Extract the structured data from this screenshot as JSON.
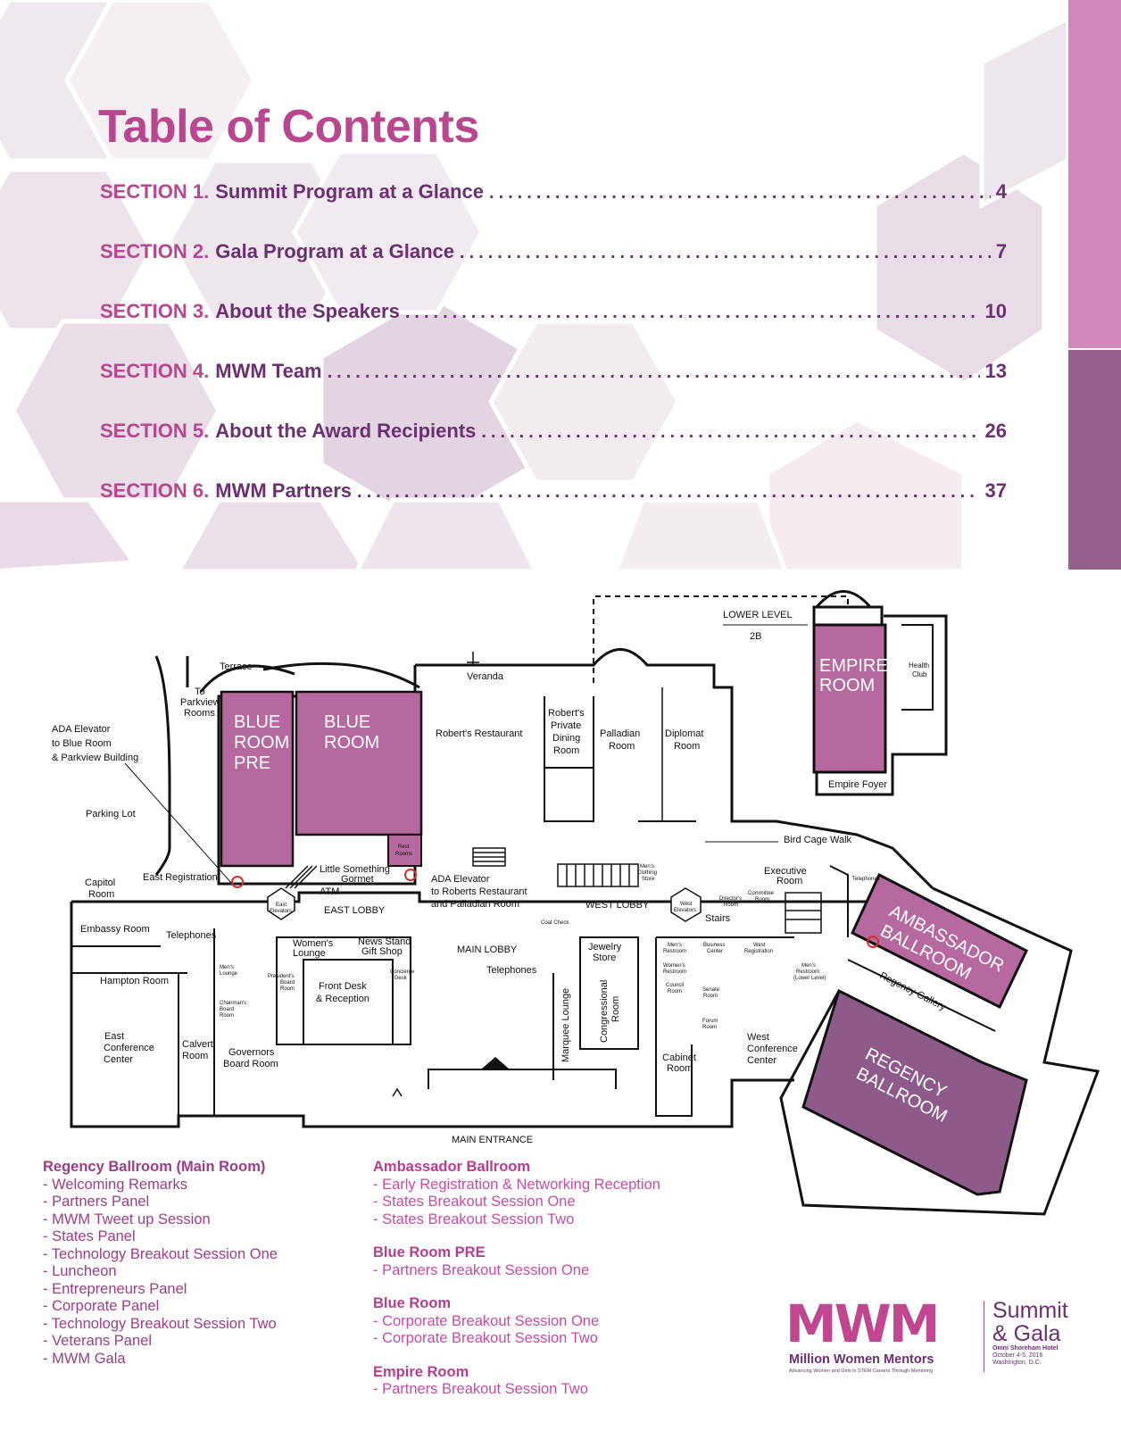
{
  "toc": {
    "title": "Table of Contents",
    "entries": [
      {
        "section": "SECTION 1.",
        "name": "Summit Program at a Glance",
        "page": "4"
      },
      {
        "section": "SECTION 2.",
        "name": "Gala Program at a Glance",
        "page": "7"
      },
      {
        "section": "SECTION 3.",
        "name": "About the Speakers",
        "page": "10"
      },
      {
        "section": "SECTION 4.",
        "name": "MWM Team",
        "page": "13"
      },
      {
        "section": "SECTION 5.",
        "name": "About the Award Recipients",
        "page": "26"
      },
      {
        "section": "SECTION 6.",
        "name": "MWM Partners",
        "page": "37"
      }
    ]
  },
  "map": {
    "lower_level": "LOWER LEVEL",
    "lower_level_num": "2B",
    "empire_room": [
      "EMPIRE",
      "ROOM"
    ],
    "health_club": [
      "Health",
      "Club"
    ],
    "empire_foyer": "Empire Foyer",
    "terrace": "Terrace",
    "to_parkview": [
      "To",
      "Parkview",
      "Rooms"
    ],
    "ada_blue": [
      "ADA Elevator",
      "to Blue Room",
      "& Parkview Building"
    ],
    "blue_room_pre": [
      "BLUE",
      "ROOM",
      "PRE"
    ],
    "blue_room": [
      "BLUE",
      "ROOM"
    ],
    "veranda": "Veranda",
    "roberts_restaurant": "Robert's Restaurant",
    "roberts_private": [
      "Robert's",
      "Private",
      "Dining",
      "Room"
    ],
    "palladian": [
      "Palladian",
      "Room"
    ],
    "diplomat": [
      "Diplomat",
      "Room"
    ],
    "parking_lot": "Parking Lot",
    "rest_rooms": [
      "Rest",
      "Rooms"
    ],
    "bird_cage_walk": "Bird Cage Walk",
    "capitol": [
      "Capitol",
      "Room"
    ],
    "east_registration": "East Registration",
    "little_something": [
      "Little Something",
      "Gormet"
    ],
    "atm": "ATM",
    "ada_roberts": [
      "ADA Elevator",
      "to Roberts Restaurant",
      "and Palladian Room"
    ],
    "east_lobby": "EAST LOBBY",
    "east_elevators": [
      "East",
      "Elevators"
    ],
    "embassy": "Embassy Room",
    "telephones_e": "Telephones",
    "hampton": "Hampton Room",
    "mens_lounge": [
      "Men's",
      "Lounge"
    ],
    "chairmans": [
      "Chairman's",
      "Board",
      "Room"
    ],
    "presidents": [
      "President's",
      "Board",
      "Room"
    ],
    "womens_lounge": [
      "Women's",
      "Lounge"
    ],
    "news_stand": [
      "News Stand",
      "Gift Shop"
    ],
    "concierge": [
      "Concierge",
      "Desk"
    ],
    "front_desk": [
      "Front Desk",
      "& Reception"
    ],
    "main_lobby": "MAIN LOBBY",
    "telephones_m": "Telephones",
    "coat_check": "Coat Check",
    "jewelry": [
      "Jewelry",
      "Store"
    ],
    "marquee": "Marquee Lounge",
    "congressional": [
      "Congressional",
      "Room"
    ],
    "west_lobby": "WEST LOBBY",
    "mens_clothing": [
      "Men's",
      "Clothing",
      "Store"
    ],
    "west_elevators": [
      "West",
      "Elevators"
    ],
    "stairs": "Stairs",
    "directors": [
      "Director's",
      "Room"
    ],
    "executive": [
      "Executive",
      "Room"
    ],
    "committee": [
      "Committee",
      "Room"
    ],
    "telephones_w": "Telephones",
    "mens_restroom": [
      "Men's",
      "Restroom"
    ],
    "business_center": [
      "Business",
      "Center"
    ],
    "west_registration": [
      "West",
      "Registration"
    ],
    "womens_restroom": [
      "Women's",
      "Restroom"
    ],
    "council": [
      "Council",
      "Room"
    ],
    "senate": [
      "Senate",
      "Room"
    ],
    "forum": [
      "Forum",
      "Room"
    ],
    "mens_restroom_lower": [
      "Men's",
      "Restroom",
      "(Lower Level)"
    ],
    "cabinet": [
      "Cabinet",
      "Room"
    ],
    "ambassador": [
      "AMBASSADOR",
      "BALLROOM"
    ],
    "regency_gallery": "Regency Gallery",
    "regency": [
      "REGENCY",
      "BALLROOM"
    ],
    "east_conf": [
      "East",
      "Conference",
      "Center"
    ],
    "calvert": [
      "Calvert",
      "Room"
    ],
    "governors": [
      "Governors",
      "Board Room"
    ],
    "main_entrance": "MAIN ENTRANCE",
    "west_conf": [
      "West",
      "Conference",
      "Center"
    ]
  },
  "legend": {
    "left": [
      {
        "head": "Regency Ballroom (Main Room)",
        "items": [
          "- Welcoming Remarks",
          "- Partners Panel",
          "- MWM Tweet up Session",
          "- States Panel",
          "- Technology Breakout Session One",
          "- Luncheon",
          "- Entrepreneurs Panel",
          "- Corporate Panel",
          "- Technology Breakout Session Two",
          "- Veterans Panel",
          "- MWM Gala"
        ]
      }
    ],
    "right": [
      {
        "head": "Ambassador Ballroom",
        "items": [
          "- Early Registration & Networking Reception",
          "- States Breakout Session One",
          "- States Breakout Session Two"
        ]
      },
      {
        "head": "Blue Room PRE",
        "items": [
          "- Partners Breakout Session One"
        ]
      },
      {
        "head": "Blue Room",
        "items": [
          "- Corporate Breakout Session One",
          "- Corporate Breakout Session Two"
        ]
      },
      {
        "head": "Empire Room",
        "items": [
          "- Partners Breakout Session Two"
        ]
      }
    ]
  },
  "logo": {
    "mwm": "MWM",
    "name": "Million Women Mentors",
    "tagline": "Advancing Women and Girls in STEM Careers Through Mentoring",
    "summit": "Summit",
    "gala": "& Gala",
    "hotel": "Omni Shoreham Hotel",
    "dates": "October 4-5, 2016",
    "city": "Washington, D.C."
  },
  "colors": {
    "magenta": "#b8478f",
    "purple": "#6b2f72",
    "room_pink": "#b5699e",
    "room_purple": "#8e5a8a"
  }
}
